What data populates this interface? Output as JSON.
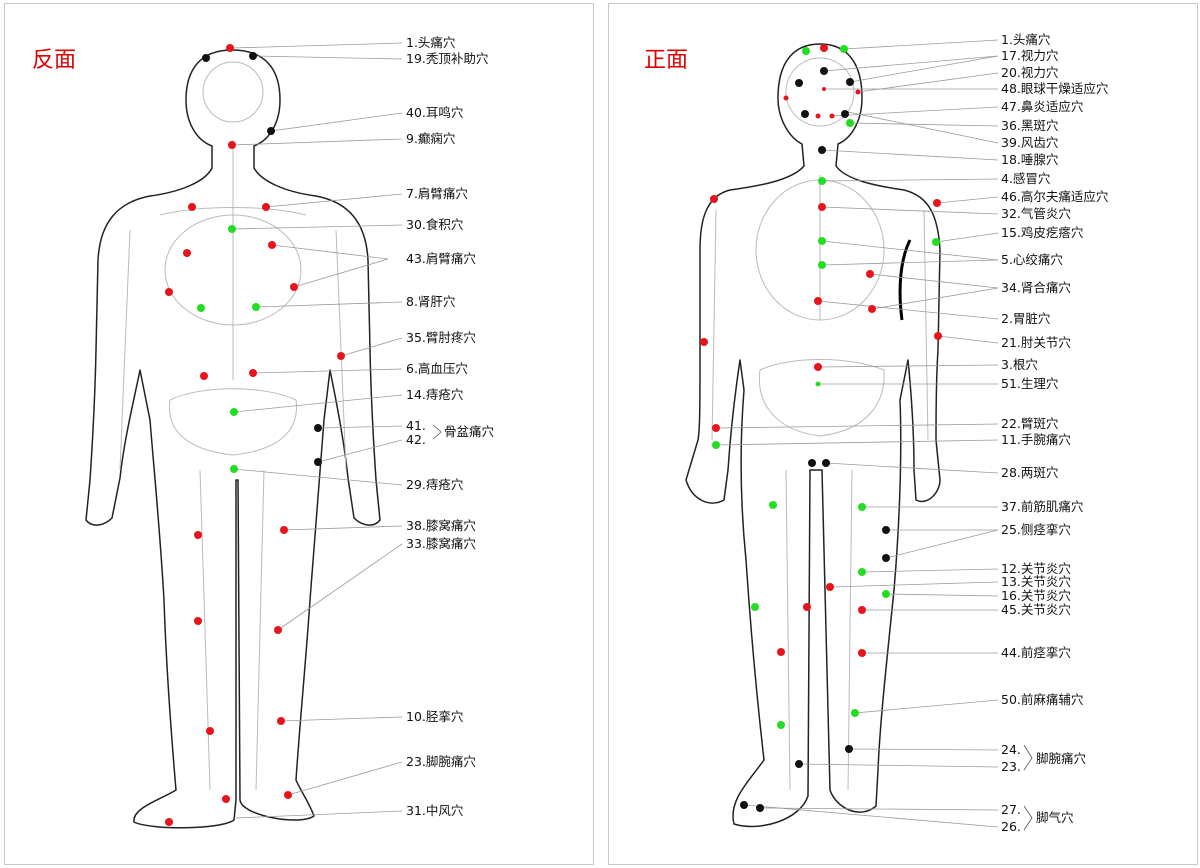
{
  "panels": {
    "back_title": "反面",
    "front_title": "正面"
  },
  "colors": {
    "red": "#e8141c",
    "green": "#22dd22",
    "black": "#111111",
    "title": "#e00000",
    "leader": "#9a9a9a",
    "outline": "#222222",
    "bone": "#bbbbbb"
  },
  "back_labels": [
    {
      "id": "b1",
      "text": "1.头痛穴"
    },
    {
      "id": "b19",
      "text": "19.秃顶补助穴"
    },
    {
      "id": "b40",
      "text": "40.耳鸣穴"
    },
    {
      "id": "b9",
      "text": "9.癫痫穴"
    },
    {
      "id": "b7",
      "text": "7.肩臂痛穴"
    },
    {
      "id": "b30",
      "text": "30.食积穴"
    },
    {
      "id": "b43",
      "text": "43.肩臂痛穴"
    },
    {
      "id": "b8",
      "text": "8.肾肝穴"
    },
    {
      "id": "b35",
      "text": "35.臂肘疼穴"
    },
    {
      "id": "b6",
      "text": "6.高血压穴"
    },
    {
      "id": "b14",
      "text": "14.痔疮穴"
    },
    {
      "id": "b41",
      "text": "41."
    },
    {
      "id": "b42",
      "text": "42."
    },
    {
      "id": "b4142",
      "text": "骨盆痛穴"
    },
    {
      "id": "b29",
      "text": "29.痔疮穴"
    },
    {
      "id": "b38",
      "text": "38.膝窝痛穴"
    },
    {
      "id": "b33",
      "text": "33.膝窝痛穴"
    },
    {
      "id": "b10",
      "text": "10.胫挛穴"
    },
    {
      "id": "b23",
      "text": "23.脚腕痛穴"
    },
    {
      "id": "b31",
      "text": "31.中风穴"
    }
  ],
  "front_labels": [
    {
      "id": "f1",
      "text": "1.头痛穴"
    },
    {
      "id": "f17",
      "text": "17.视力穴"
    },
    {
      "id": "f20",
      "text": "20.视力穴"
    },
    {
      "id": "f48",
      "text": "48.眼球干燥适应穴"
    },
    {
      "id": "f47",
      "text": "47.鼻炎适应穴"
    },
    {
      "id": "f36",
      "text": "36.黑斑穴"
    },
    {
      "id": "f39",
      "text": "39.风齿穴"
    },
    {
      "id": "f18",
      "text": "18.唾腺穴"
    },
    {
      "id": "f4",
      "text": "4.感冒穴"
    },
    {
      "id": "f46",
      "text": "46.高尔夫痛适应穴"
    },
    {
      "id": "f32",
      "text": "32.气管炎穴"
    },
    {
      "id": "f15",
      "text": "15.鸡皮疙瘩穴"
    },
    {
      "id": "f5",
      "text": "5.心绞痛穴"
    },
    {
      "id": "f34",
      "text": "34.肾合痛穴"
    },
    {
      "id": "f2",
      "text": "2.胃脏穴"
    },
    {
      "id": "f21",
      "text": "21.肘关节穴"
    },
    {
      "id": "f3",
      "text": "3.根穴"
    },
    {
      "id": "f51",
      "text": "51.生理穴"
    },
    {
      "id": "f22",
      "text": "22.臂斑穴"
    },
    {
      "id": "f11",
      "text": "11.手腕痛穴"
    },
    {
      "id": "f28",
      "text": "28.两斑穴"
    },
    {
      "id": "f37",
      "text": "37.前筋肌痛穴"
    },
    {
      "id": "f25",
      "text": "25.侧痉挛穴"
    },
    {
      "id": "f12",
      "text": "12.关节炎穴"
    },
    {
      "id": "f13",
      "text": "13.关节炎穴"
    },
    {
      "id": "f16",
      "text": "16.关节炎穴"
    },
    {
      "id": "f45",
      "text": "45.关节炎穴"
    },
    {
      "id": "f44",
      "text": "44.前痉挛穴"
    },
    {
      "id": "f50",
      "text": "50.前麻痛辅穴"
    },
    {
      "id": "f24",
      "text": "24."
    },
    {
      "id": "f23",
      "text": "23."
    },
    {
      "id": "f2423",
      "text": "脚腕痛穴"
    },
    {
      "id": "f27",
      "text": "27."
    },
    {
      "id": "f26",
      "text": "26."
    },
    {
      "id": "f2726",
      "text": "脚气穴"
    }
  ]
}
